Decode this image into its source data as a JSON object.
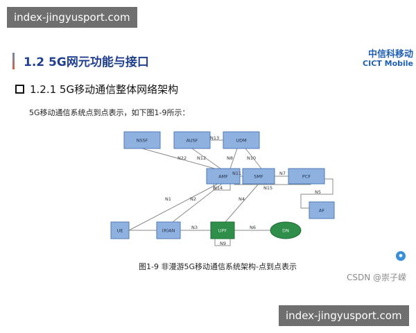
{
  "overlay": {
    "top_text": "index-jingyusport.com",
    "bottom_text": "index-jingyusport.com"
  },
  "slide": {
    "title": "1.2 5G网元功能与接口",
    "brand_cn": "中信科移动",
    "brand_en": "CICT Mobile",
    "subheading": "1.2.1 5G移动通信整体网络架构",
    "intro": "5G移动通信系统点到点表示，如下图1-9所示：",
    "caption": "图1-9  非漫游5G移动通信系统架构-点到点表示",
    "watermark": "CSDN @崇子嵘"
  },
  "diagram": {
    "nodes": [
      {
        "id": "nssf",
        "label": "NSSF",
        "style": "blue"
      },
      {
        "id": "ausf",
        "label": "AUSF",
        "style": "blue"
      },
      {
        "id": "udm",
        "label": "UDM",
        "style": "blue"
      },
      {
        "id": "amf",
        "label": "AMF",
        "style": "blue"
      },
      {
        "id": "smf",
        "label": "SMF",
        "style": "blue"
      },
      {
        "id": "pcf",
        "label": "PCF",
        "style": "blue"
      },
      {
        "id": "af",
        "label": "AF",
        "style": "blue"
      },
      {
        "id": "ue",
        "label": "UE",
        "style": "blue"
      },
      {
        "id": "ran",
        "label": "(R)AN",
        "style": "blue"
      },
      {
        "id": "upf",
        "label": "UPF",
        "style": "green"
      },
      {
        "id": "dn",
        "label": "DN",
        "style": "green-ellipse"
      }
    ],
    "interfaces": [
      {
        "id": "n13",
        "label": "N13"
      },
      {
        "id": "n22",
        "label": "N22"
      },
      {
        "id": "n12",
        "label": "N12"
      },
      {
        "id": "n8",
        "label": "N8"
      },
      {
        "id": "n10",
        "label": "N10"
      },
      {
        "id": "n11",
        "label": "N11"
      },
      {
        "id": "n7",
        "label": "N7"
      },
      {
        "id": "n14",
        "label": "N14"
      },
      {
        "id": "n15",
        "label": "N15"
      },
      {
        "id": "n5",
        "label": "N5"
      },
      {
        "id": "n1",
        "label": "N1"
      },
      {
        "id": "n2",
        "label": "N2"
      },
      {
        "id": "n4",
        "label": "N4"
      },
      {
        "id": "n3",
        "label": "N3"
      },
      {
        "id": "n6",
        "label": "N6"
      },
      {
        "id": "n9",
        "label": "N9"
      }
    ],
    "colors": {
      "node_fill": "#8fb1df",
      "node_stroke": "#4d79b8",
      "upf_fill": "#2f8f4a",
      "dn_fill": "#2f8f4a",
      "line": "#8a8a8a",
      "label": "#333333"
    }
  }
}
